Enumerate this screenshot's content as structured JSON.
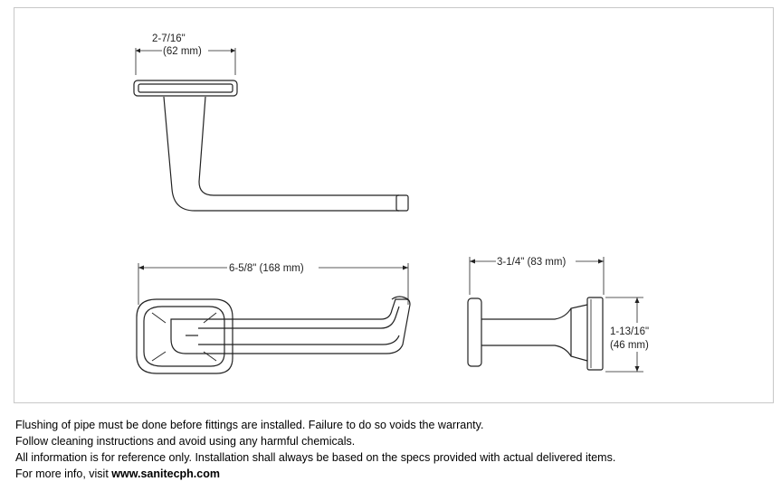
{
  "drawing": {
    "top_view": {
      "width_label": "2-7/16\"",
      "width_metric": "(62 mm)"
    },
    "front_view": {
      "length_label": "6-5/8\" (168 mm)"
    },
    "side_view": {
      "projection_label": "3-1/4\" (83 mm)",
      "height_label": "1-13/16\"",
      "height_metric": "(46 mm)"
    }
  },
  "notes": {
    "line1": "Flushing of pipe must be done before fittings are installed. Failure to do so voids the warranty.",
    "line2": "Follow cleaning instructions and avoid using any harmful chemicals.",
    "line3": "All information is for reference only. Installation shall always be based on the specs provided with actual delivered items.",
    "line4_prefix": "For more info, visit ",
    "line4_link": "www.sanitecph.com"
  }
}
